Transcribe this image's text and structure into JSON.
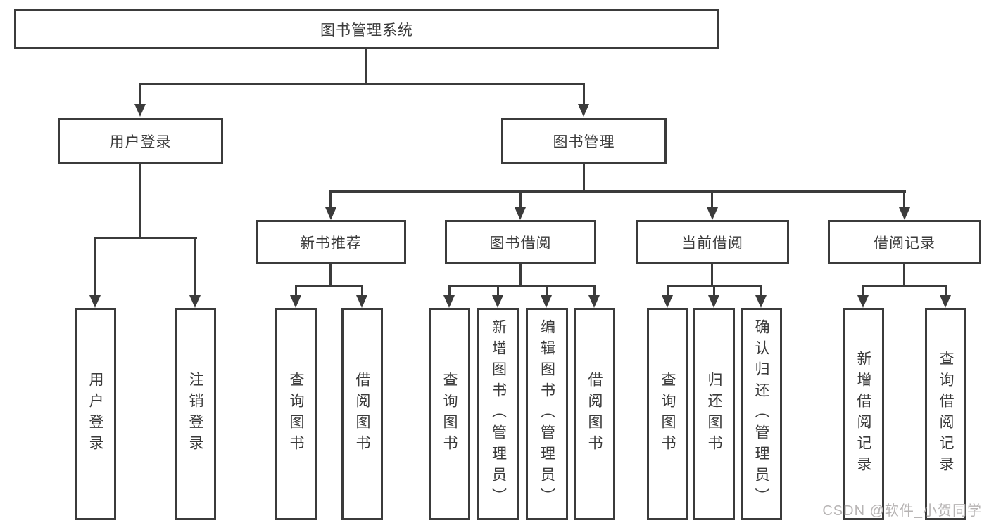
{
  "diagram": {
    "root": {
      "label": "图书管理系统"
    },
    "branches": [
      {
        "label": "用户登录",
        "children": [
          {
            "label": "用户登录"
          },
          {
            "label": "注销登录"
          }
        ]
      },
      {
        "label": "图书管理",
        "children": [
          {
            "label": "新书推荐",
            "children": [
              {
                "label": "查询图书"
              },
              {
                "label": "借阅图书"
              }
            ]
          },
          {
            "label": "图书借阅",
            "children": [
              {
                "label": "查询图书"
              },
              {
                "label": "新增图书（管理员）"
              },
              {
                "label": "编辑图书（管理员）"
              },
              {
                "label": "借阅图书"
              }
            ]
          },
          {
            "label": "当前借阅",
            "children": [
              {
                "label": "查询图书"
              },
              {
                "label": "归还图书"
              },
              {
                "label": "确认归还（管理员）"
              }
            ]
          },
          {
            "label": "借阅记录",
            "children": [
              {
                "label": "新增借阅记录"
              },
              {
                "label": "查询借阅记录"
              }
            ]
          }
        ]
      }
    ]
  },
  "watermark": {
    "text": "CSDN @软件_小贺同学"
  },
  "colors": {
    "line": "#3b3b3b",
    "box_background": "#ffffff",
    "page_background": "#ffffff",
    "watermark": "#b7b4b4"
  }
}
